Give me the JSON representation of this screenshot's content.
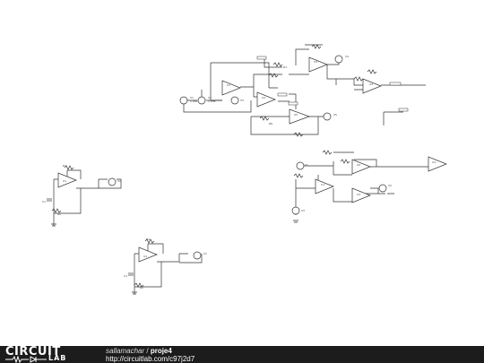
{
  "footer": {
    "logo_top": "CIRCUIT",
    "logo_bottom": "LAB",
    "author": "sallamachar",
    "separator": " / ",
    "project": "proje4",
    "url": "http://circuitlab.com/c97j2d7"
  },
  "colors": {
    "footer_bg": "#1c1c1c",
    "wire": "#333333",
    "canvas": "#ffffff"
  }
}
